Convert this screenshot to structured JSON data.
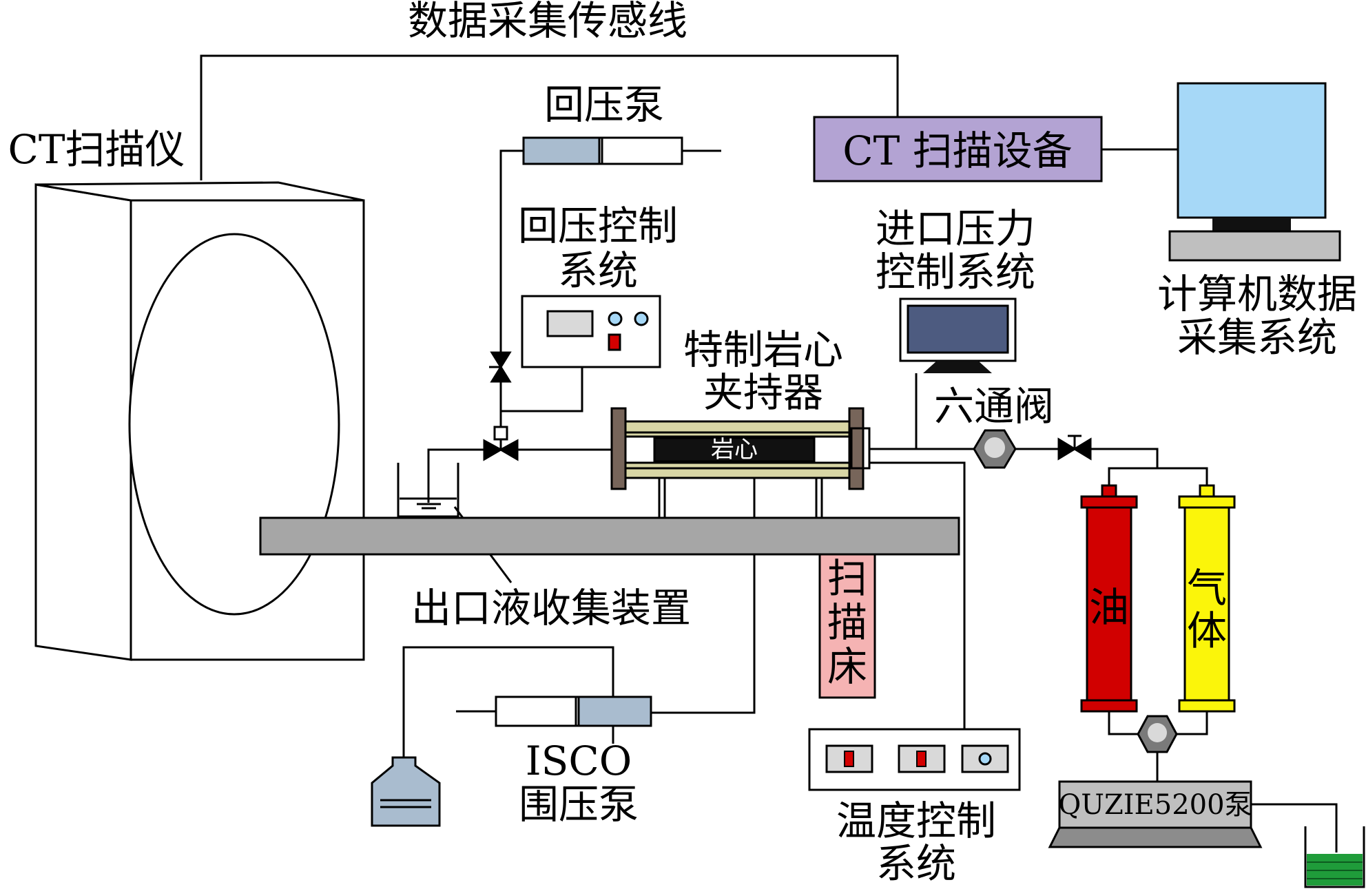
{
  "labels": {
    "data_cable": "数据采集传感线",
    "ct_scanner": "CT扫描仪",
    "back_pressure_pump": "回压泵",
    "back_pressure_ctrl_l1": "回压控制",
    "back_pressure_ctrl_l2": "系统",
    "ct_device": "CT 扫描设备",
    "inlet_ctrl_l1": "进口压力",
    "inlet_ctrl_l2": "控制系统",
    "computer_l1": "计算机数据",
    "computer_l2": "采集系统",
    "core_holder_l1": "特制岩心",
    "core_holder_l2": "夹持器",
    "core": "岩心",
    "six_way_valve": "六通阀",
    "outlet_collector": "出口液收集装置",
    "scan_bed": [
      "扫",
      "描",
      "床"
    ],
    "oil": "油",
    "gas": [
      "气",
      "体"
    ],
    "isco_l1": "ISCO",
    "isco_l2": "围压泵",
    "temp_ctrl_l1": "温度控制",
    "temp_ctrl_l2": "系统",
    "quzie_pump": "QUZIE5200泵"
  },
  "colors": {
    "ct_device_fill": "#b3a3d3",
    "monitor_screen": "#a6d8f7",
    "small_monitor_screen": "#4d5b80",
    "pump_barrel": "#a9bccf",
    "holder_body": "#d8d6a5",
    "holder_flange": "#77655a",
    "scan_bed_fill": "#f5b3b3",
    "oil_cylinder": "#d10000",
    "gas_cylinder": "#fbf50a",
    "bench": "#a6a6a6",
    "indicator_red": "#d40000",
    "indicator_blue": "#a6d8f7",
    "beaker_liquid": "#1f9c3a",
    "bottle_fill": "#a9bccf"
  },
  "icons": {
    "needle_valve": "needle-valve-icon",
    "six_way_valve": "six-way-valve-icon",
    "check_valve": "two-way-valve-icon"
  }
}
